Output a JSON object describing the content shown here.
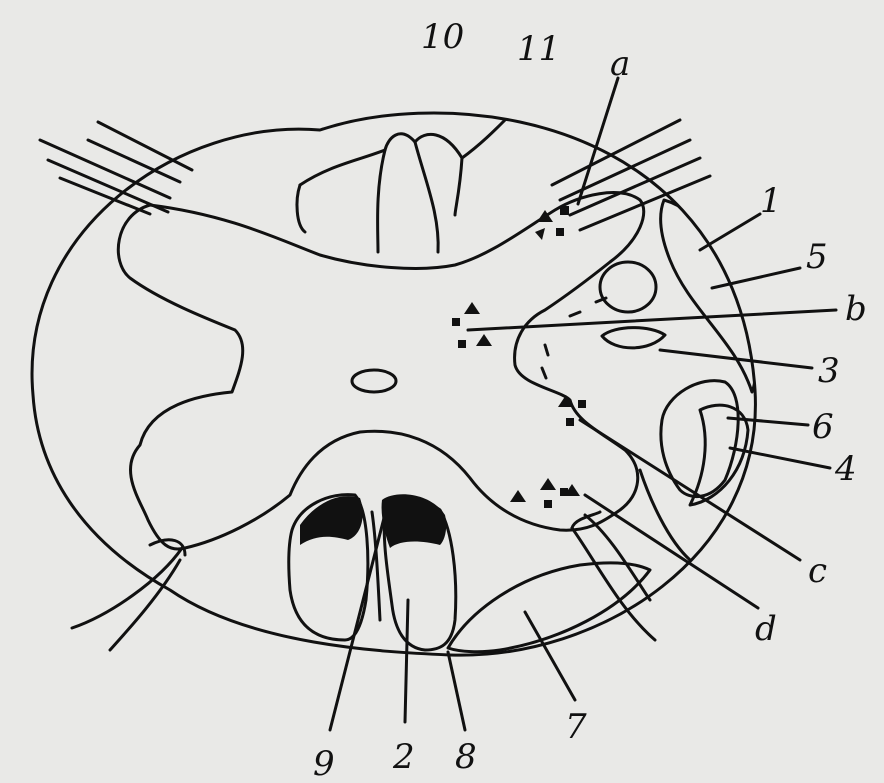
{
  "figure": {
    "labels": {
      "l1": "1",
      "l2": "2",
      "l3": "3",
      "l4": "4",
      "l5": "5",
      "l6": "6",
      "l7": "7",
      "l8": "8",
      "l9": "9",
      "l10": "10",
      "l11": "11",
      "la": "a",
      "lb": "b",
      "lc": "c",
      "ld": "d"
    },
    "colors": {
      "ink": "#111111",
      "paper": "#e9e9e7"
    }
  }
}
